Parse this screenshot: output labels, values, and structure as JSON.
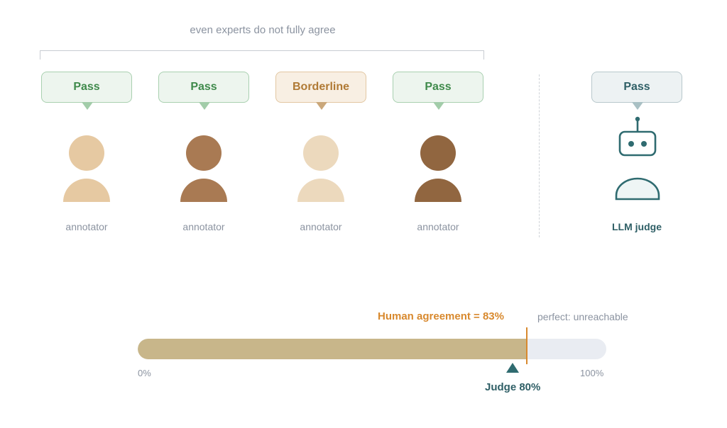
{
  "caption": "even experts do not fully agree",
  "annotators": [
    {
      "verdict": "Pass",
      "kind": "pass",
      "label": "annotator",
      "skin": "#e6c9a2"
    },
    {
      "verdict": "Pass",
      "kind": "pass",
      "label": "annotator",
      "skin": "#a97a53"
    },
    {
      "verdict": "Borderline",
      "kind": "border",
      "label": "annotator",
      "skin": "#ecd9bd"
    },
    {
      "verdict": "Pass",
      "kind": "pass",
      "label": "annotator",
      "skin": "#916640"
    }
  ],
  "judge": {
    "verdict": "Pass",
    "label": "LLM judge"
  },
  "agreement": {
    "human_label": "Human agreement = 83%",
    "human_value": 83,
    "perfect_label": "perfect: unreachable",
    "judge_label": "Judge 80%",
    "judge_value": 80,
    "min_label": "0%",
    "max_label": "100%"
  },
  "colors": {
    "human": "#d8892e",
    "judge": "#2f6b70",
    "fill": "#c8b68a",
    "track": "#e9ecf2"
  }
}
